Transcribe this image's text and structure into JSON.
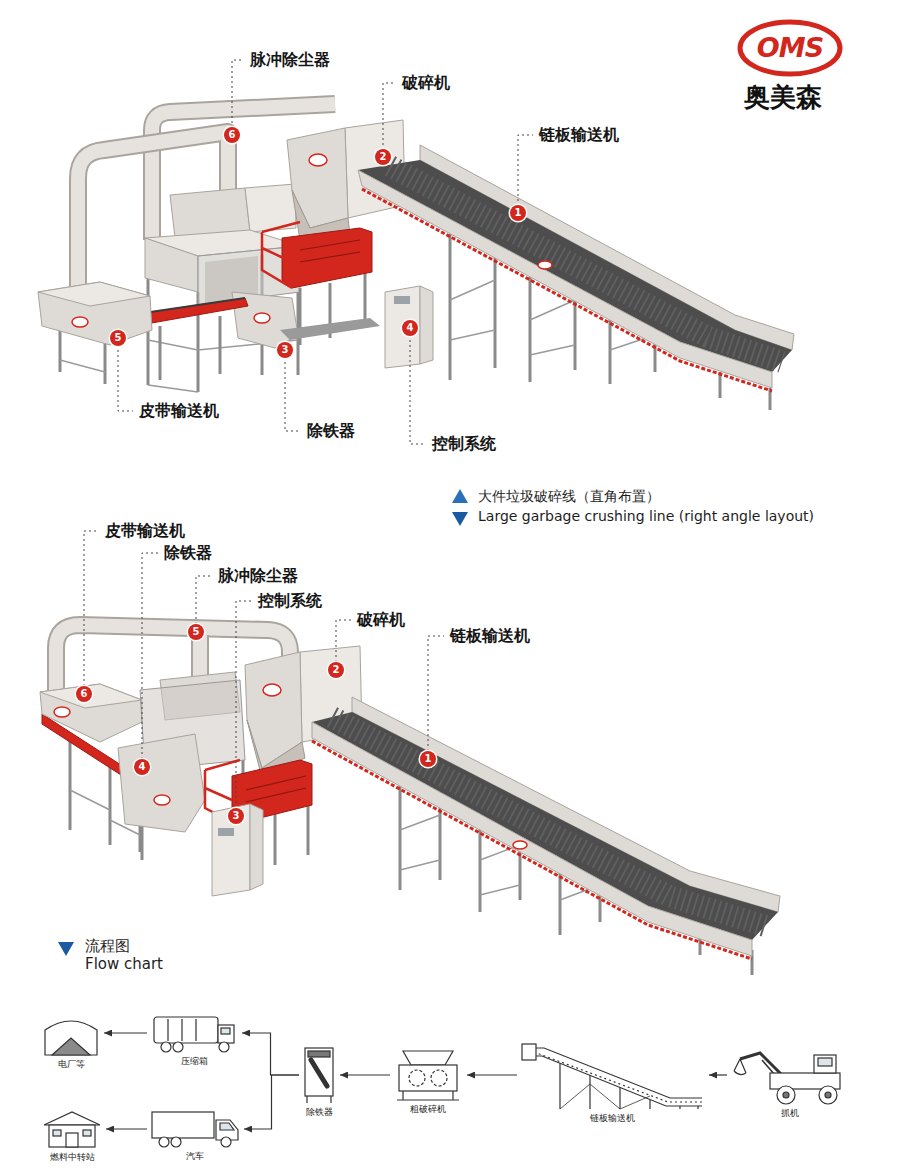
{
  "diagram": {
    "title": "大件垃圾破碎线（直角布置）",
    "caption": "Large garbage crushing line (right angle layout)",
    "nodes": [
      {
        "text": [
          "抓机"
        ]
      },
      {
        "text": [
          "链板输送机"
        ]
      },
      {
        "text": [
          "粗破碎机"
        ]
      },
      {
        "text": [
          "除铁器"
        ]
      },
      {
        "text": [
          "压缩箱"
        ]
      },
      {
        "text": [
          "电厂等"
        ]
      },
      {
        "text": [
          "汽车"
        ]
      },
      {
        "text": [
          "燃料中转站"
        ]
      }
    ],
    "edges": [
      {
        "from": 0,
        "to": 1,
        "arrow": "to"
      },
      {
        "from": 1,
        "to": 2,
        "arrow": "to"
      },
      {
        "from": 2,
        "to": 3,
        "arrow": "to"
      },
      {
        "from": 3,
        "to": 4,
        "arrow": "to"
      },
      {
        "from": 3,
        "to": 6,
        "arrow": "to"
      },
      {
        "from": 4,
        "to": 5,
        "arrow": "to"
      },
      {
        "from": 6,
        "to": 7,
        "arrow": "to"
      }
    ],
    "labels": [
      "OMS",
      "奥美森",
      "脉冲除尘器",
      "6",
      "破碎机",
      "2",
      "链板输送机",
      "1",
      "控制系统",
      "4",
      "除铁器",
      "3",
      "皮带输送机",
      "5",
      "皮带输送机",
      "6",
      "除铁器",
      "4",
      "脉冲除尘器",
      "5",
      "控制系统",
      "3",
      "破碎机",
      "2",
      "链板输送机",
      "1",
      "流程图",
      "Flow chart"
    ]
  }
}
